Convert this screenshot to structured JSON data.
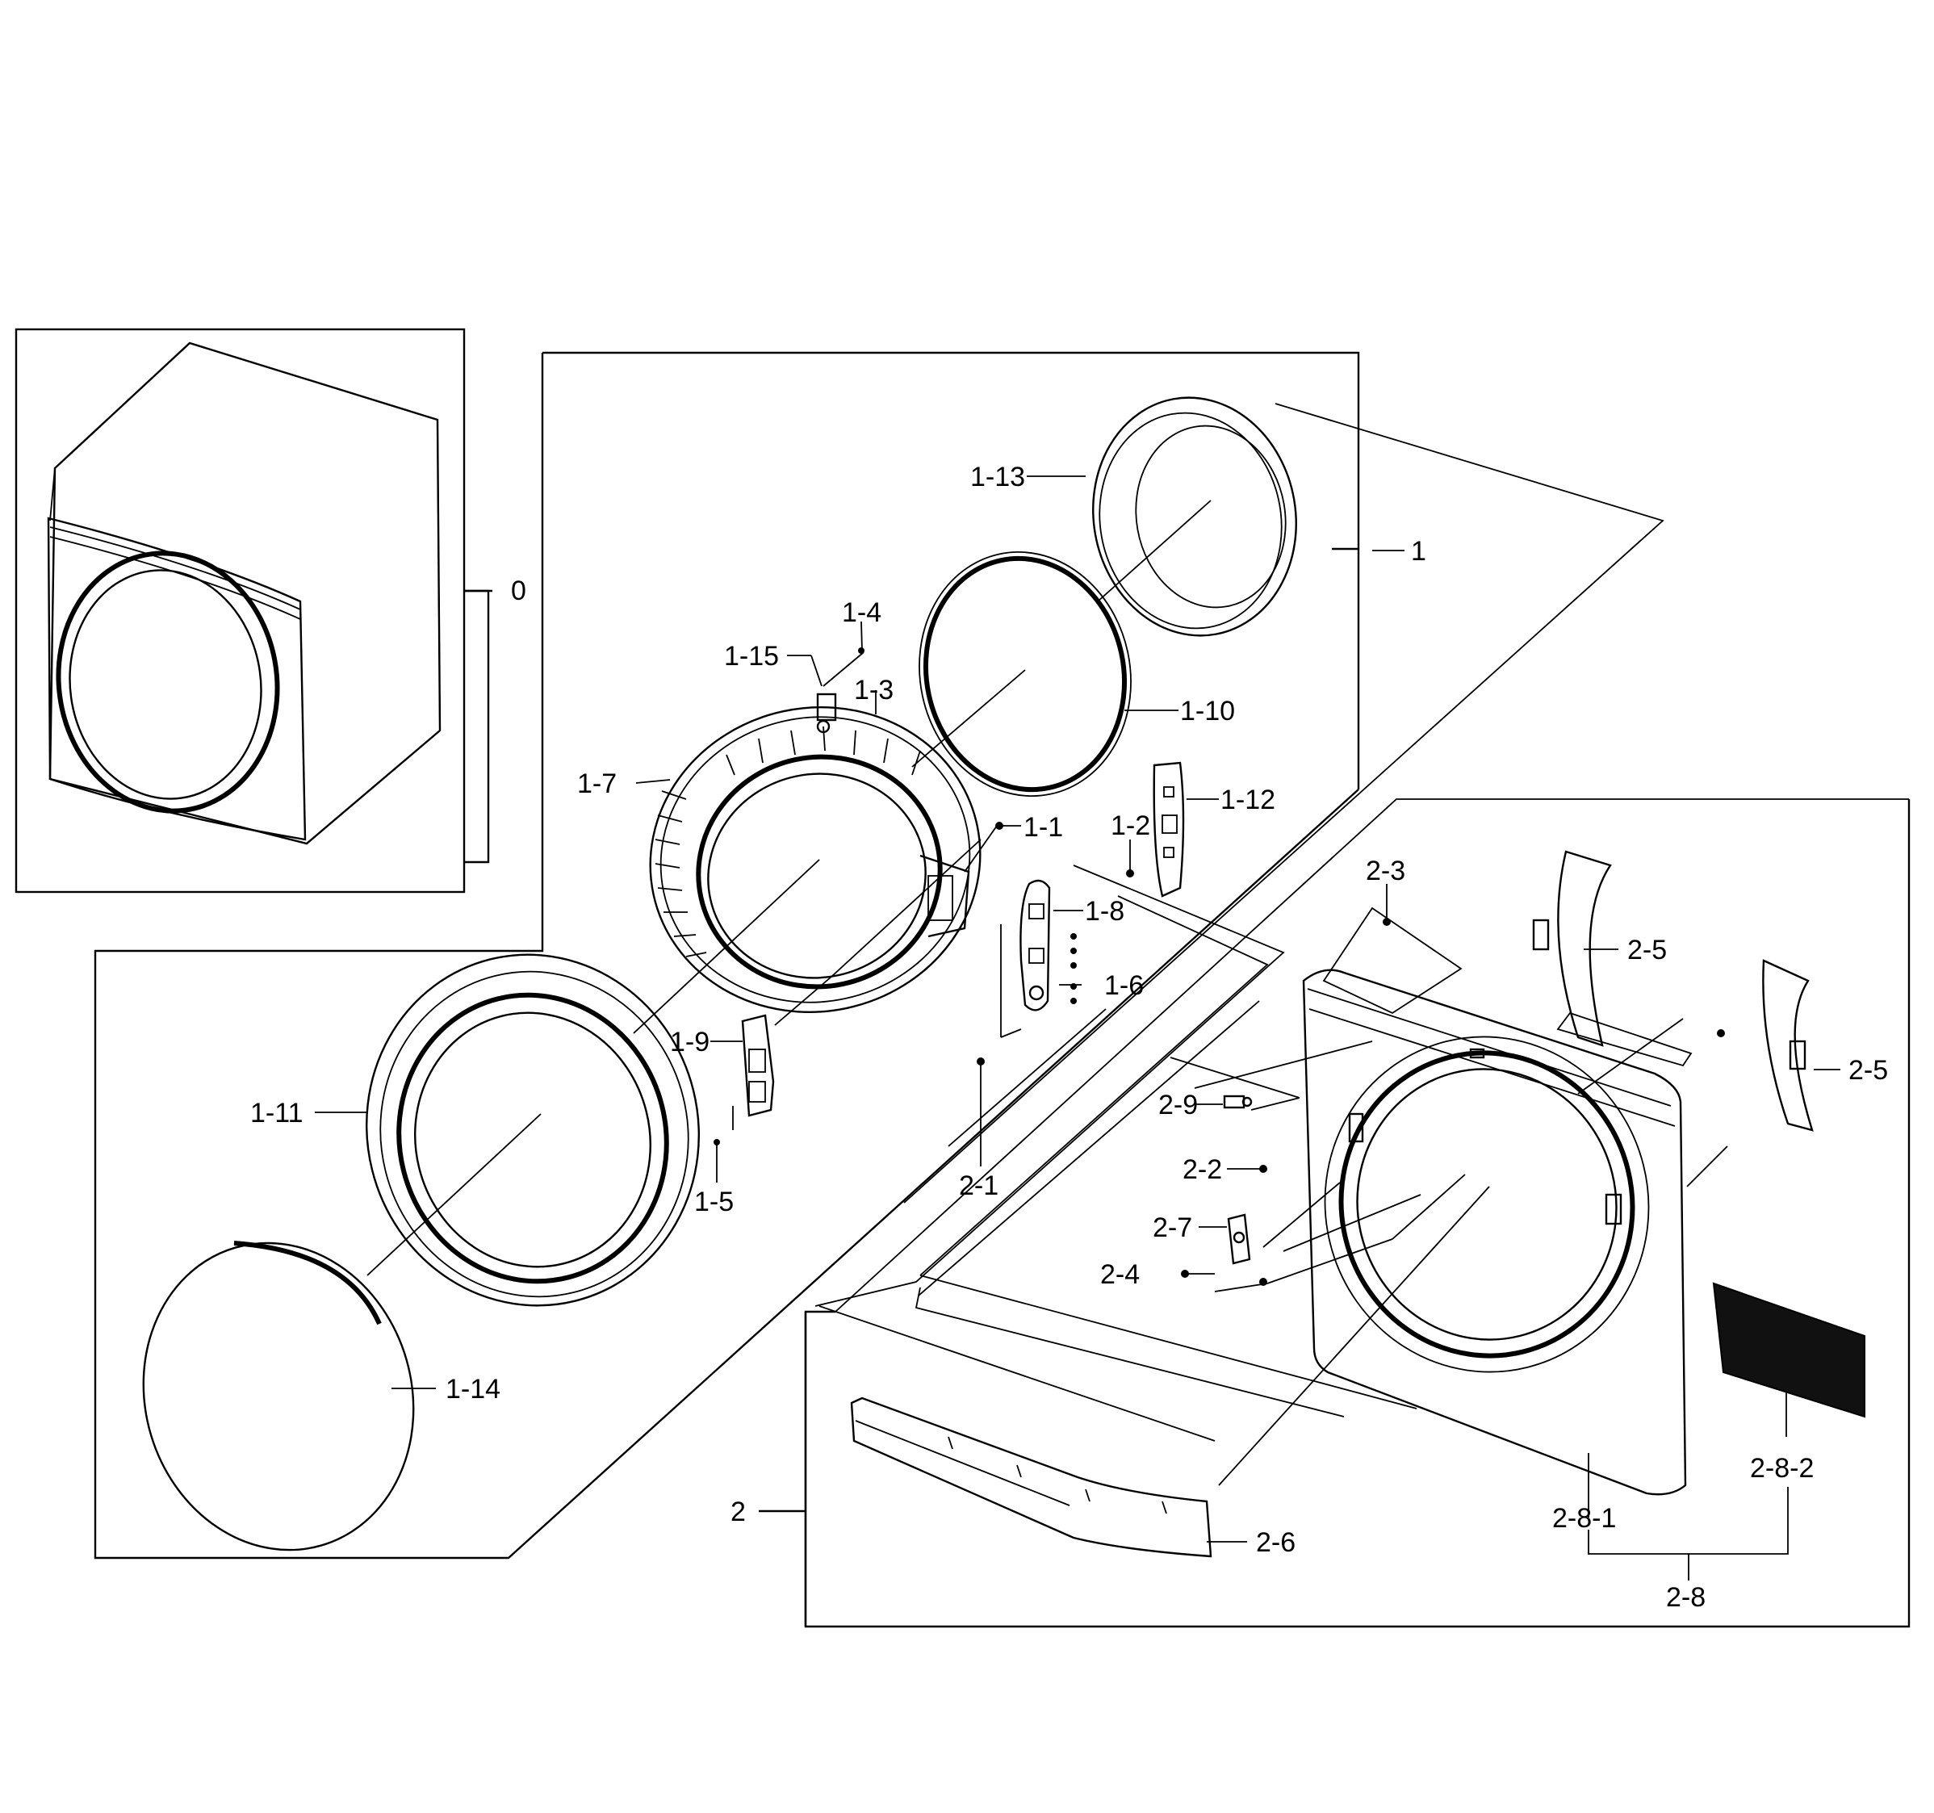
{
  "labels": {
    "p0": "0",
    "p1": "1",
    "p1_1": "1-1",
    "p1_2": "1-2",
    "p1_3": "1-3",
    "p1_4": "1-4",
    "p1_5": "1-5",
    "p1_6": "1-6",
    "p1_7": "1-7",
    "p1_8": "1-8",
    "p1_9": "1-9",
    "p1_10": "1-10",
    "p1_11": "1-11",
    "p1_12": "1-12",
    "p1_13": "1-13",
    "p1_14": "1-14",
    "p1_15": "1-15",
    "p2": "2",
    "p2_1": "2-1",
    "p2_2": "2-2",
    "p2_3": "2-3",
    "p2_4": "2-4",
    "p2_5a": "2-5",
    "p2_5b": "2-5",
    "p2_6": "2-6",
    "p2_7": "2-7",
    "p2_8": "2-8",
    "p2_8_1": "2-8-1",
    "p2_8_2": "2-8-2",
    "p2_9": "2-9"
  }
}
